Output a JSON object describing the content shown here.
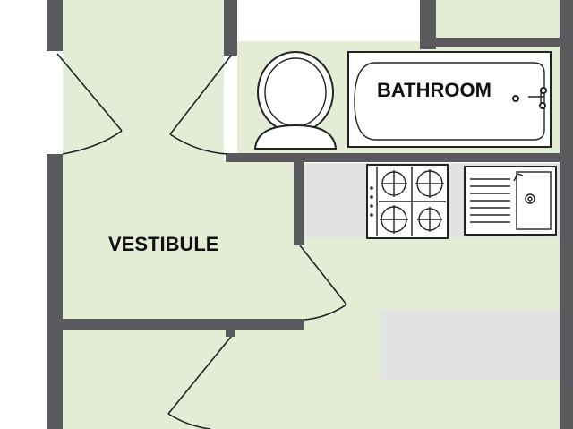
{
  "colors": {
    "floor": "#e3ecd5",
    "wall": "#5a5a5e",
    "counter": "#e2e2e2",
    "outside": "#ffffff",
    "line": "#222222"
  },
  "rooms": [
    {
      "name": "bathroom",
      "label": "BATHROOM"
    },
    {
      "name": "vestibule",
      "label": "VESTIBULE"
    }
  ],
  "fixtures": [
    {
      "name": "toilet-icon"
    },
    {
      "name": "bathtub-icon"
    },
    {
      "name": "hob-icon"
    },
    {
      "name": "sink-icon"
    }
  ]
}
